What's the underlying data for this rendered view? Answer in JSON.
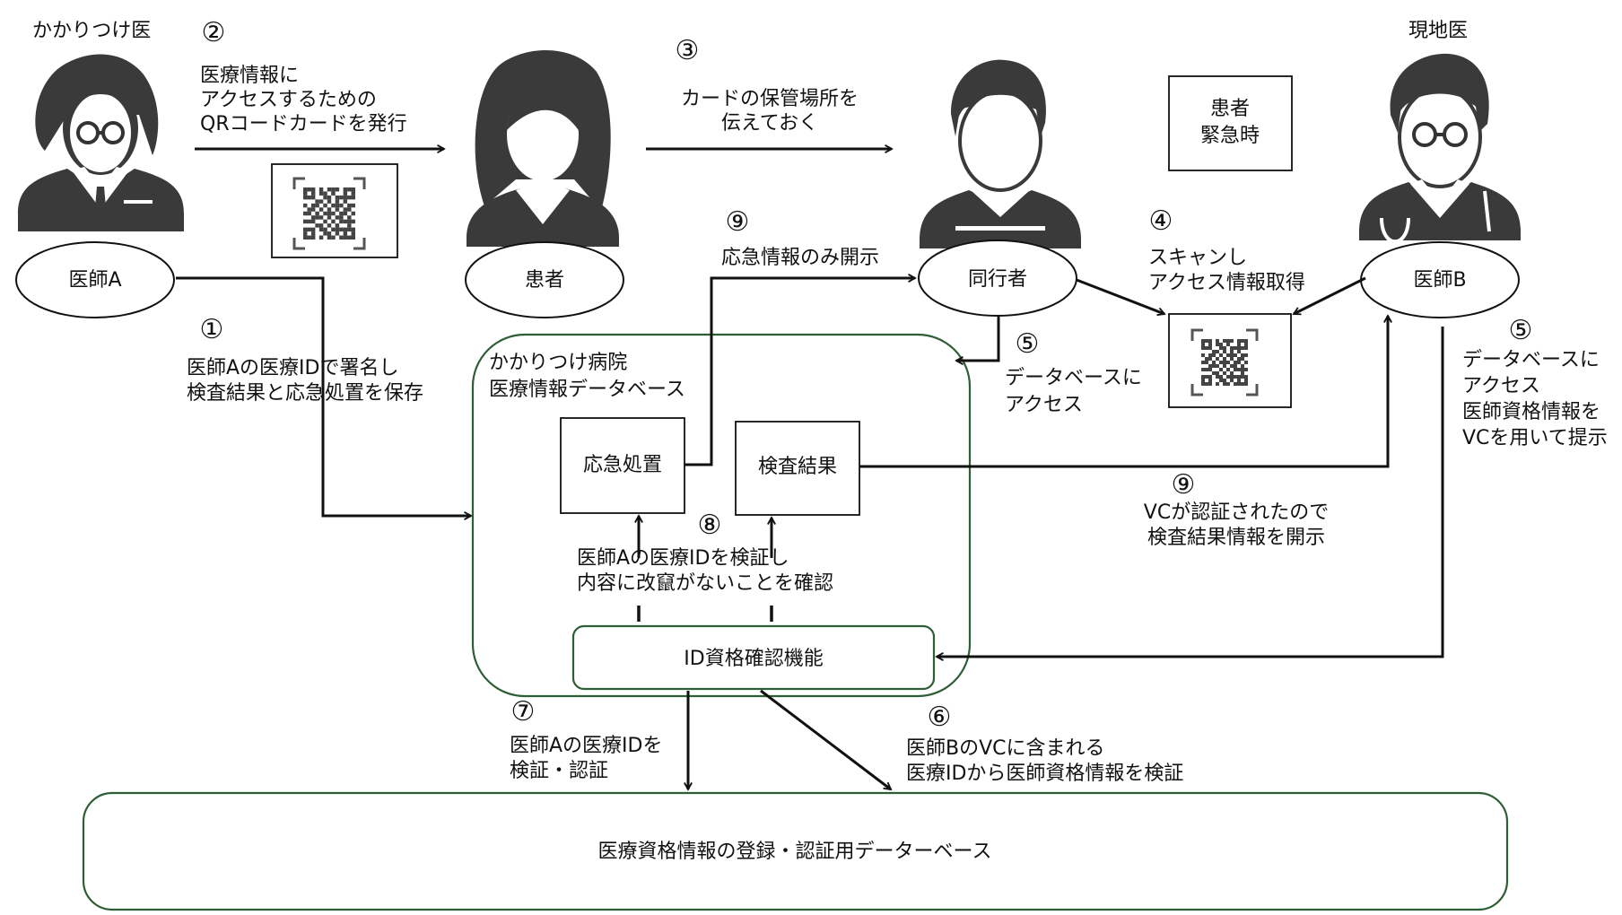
{
  "labels": {
    "kakaritsuke": "かかりつけ医",
    "genchi": "現地医",
    "doctor_a": "医師A",
    "patient": "患者",
    "companion": "同行者",
    "doctor_b": "医師B",
    "patient_emergency": [
      "患者",
      "緊急時"
    ],
    "hospital_db": [
      "かかりつけ病院",
      "医療情報データベース"
    ],
    "emergency_care": "応急処置",
    "test_results": "検査結果",
    "id_check": "ID資格確認機能",
    "license_db": "医療資格情報の登録・認証用データーベース"
  },
  "steps": {
    "s1": {
      "num": "①",
      "lines": [
        "医師Aの医療IDで署名し",
        "検査結果と応急処置を保存"
      ]
    },
    "s2": {
      "num": "②",
      "lines": [
        "医療情報に",
        "アクセスするための",
        "QRコードカードを発行"
      ]
    },
    "s3": {
      "num": "③",
      "lines": [
        "カードの保管場所を",
        "伝えておく"
      ]
    },
    "s4": {
      "num": "④",
      "lines": [
        "スキャンし",
        "アクセス情報取得"
      ]
    },
    "s5a": {
      "num": "⑤",
      "lines": [
        "データベースに",
        "アクセス"
      ]
    },
    "s5b": {
      "num": "⑤",
      "lines": [
        "データベースに",
        "アクセス",
        "医師資格情報を",
        "VCを用いて提示"
      ]
    },
    "s6": {
      "num": "⑥",
      "lines": [
        "医師BのVCに含まれる",
        "医療IDから医師資格情報を検証"
      ]
    },
    "s7": {
      "num": "⑦",
      "lines": [
        "医師Aの医療IDを",
        "検証・認証"
      ]
    },
    "s8": {
      "num": "⑧",
      "lines": [
        "医師Aの医療IDを検証し",
        "内容に改竄がないことを確認"
      ]
    },
    "s9a": {
      "num": "⑨",
      "lines": [
        "応急情報のみ開示"
      ]
    },
    "s9b": {
      "num": "⑨",
      "lines": [
        "VCが認証されたので",
        "検査結果情報を開示"
      ]
    }
  },
  "icons": {
    "doctor_a": "female-doctor-icon",
    "patient": "female-patient-icon",
    "companion": "male-companion-icon",
    "doctor_b": "male-doctor-with-stethoscope-icon",
    "qr": "qr-code-icon"
  },
  "colors": {
    "ink": "#111111",
    "green": "#2e5e34",
    "person_fill": "#3a3a3a",
    "person_light": "#ffffff"
  }
}
